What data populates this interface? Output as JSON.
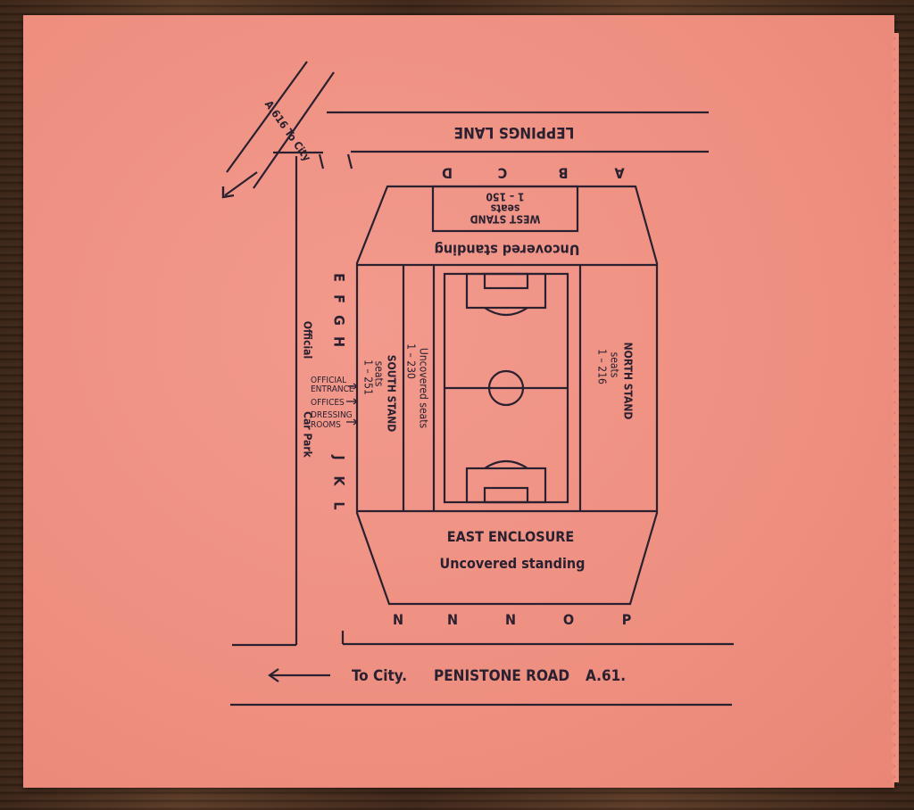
{
  "colors": {
    "ticket": "#ee8f80",
    "ink": "#2a2030",
    "wood": "#4a2e1e"
  },
  "roads": {
    "leppings_lane": "LEPPINGS LANE",
    "a616": "A.616 To City",
    "penistone_to_city": "To City.",
    "penistone_name": "PENISTONE ROAD",
    "penistone_number": "A.61."
  },
  "car_park": {
    "line1": "Official",
    "line2": "Car Park"
  },
  "entrance_labels": [
    "OFFICIAL",
    "ENTRANCE",
    "OFFICES",
    "DRESSING",
    "ROOMS"
  ],
  "gates": {
    "west": [
      "A",
      "B",
      "C",
      "D"
    ],
    "south_top": [
      "E",
      "F",
      "G",
      "H"
    ],
    "south_bottom": [
      "J",
      "K",
      "L"
    ],
    "east": [
      "N",
      "N",
      "N",
      "O",
      "P"
    ]
  },
  "stands": {
    "west": {
      "name": "WEST STAND",
      "seats": "seats",
      "range": "1 – 150",
      "standing": "Uncovered standing"
    },
    "north": {
      "name": "NORTH STAND",
      "seats": "seats",
      "range": "1 – 216"
    },
    "south": {
      "name": "SOUTH STAND",
      "seats": "seats",
      "range": "1 – 251"
    },
    "uncovered_seats": {
      "name": "Uncovered seats",
      "range": "1 – 230"
    },
    "east": {
      "name": "EAST ENCLOSURE",
      "standing": "Uncovered standing"
    }
  }
}
